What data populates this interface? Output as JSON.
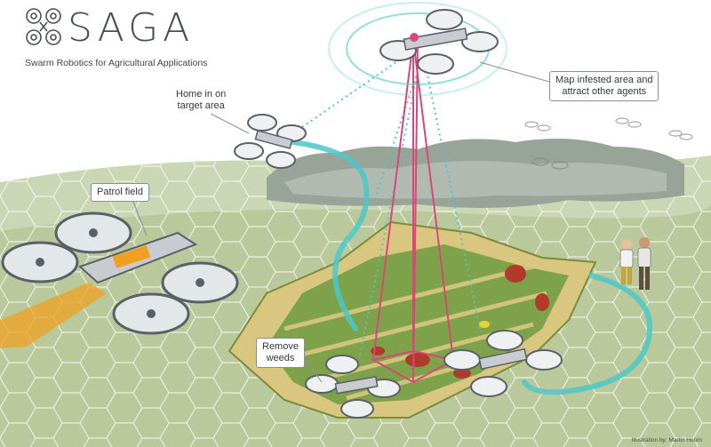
{
  "brand": {
    "name": "SAGA",
    "subtitle": "Swarm Robotics for Agricultural Applications"
  },
  "callouts": {
    "patrol": "Patrol field",
    "home_line1": "Home in on",
    "home_line2": "target area",
    "map_line1": "Map infested area and",
    "map_line2": "attract other agents",
    "remove_line1": "Remove",
    "remove_line2": "weeds"
  },
  "credit": "Illustration by: Martin Hoorn",
  "colors": {
    "sky": "#ffffff",
    "field_light": "#cfd9b8",
    "field_mid": "#a7bd88",
    "forest": "#9aa59a",
    "crop_green": "#6f9a3b",
    "weed_red": "#b13a2a",
    "tether_pink": "#d9477a",
    "signal_cyan": "#4cc7c9",
    "drone_gray": "#c8ccd0",
    "drone_accent": "#f0a020"
  },
  "icons": [
    "saga-logo-icon",
    "drone-icon",
    "person-icon"
  ]
}
